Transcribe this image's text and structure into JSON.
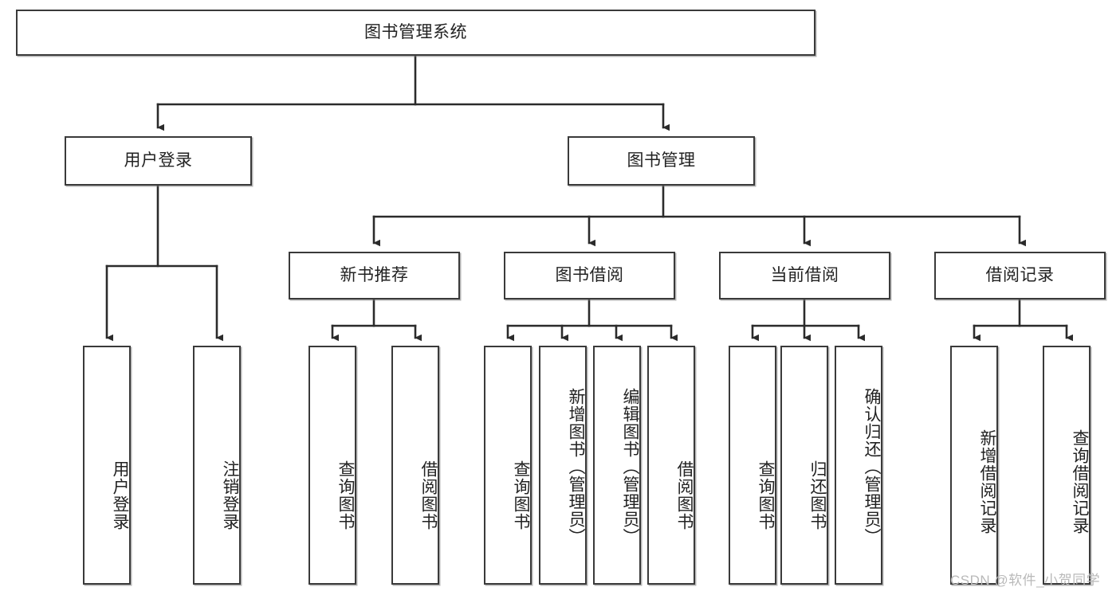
{
  "diagram": {
    "type": "tree-hierarchy-chart",
    "title_node": {
      "label": "图书管理系统"
    },
    "colors": {
      "box_border": "#3a3a3a",
      "box_fill": "#ffffff",
      "connector": "#2b2b2b",
      "text": "#222222",
      "watermark": "#b9b9b9",
      "background": "#ffffff"
    },
    "levels": [
      {
        "level": 1,
        "nodes": [
          {
            "id": "root",
            "label": "图书管理系统",
            "orientation": "horizontal"
          }
        ]
      },
      {
        "level": 2,
        "nodes": [
          {
            "id": "user-login",
            "label": "用户登录",
            "orientation": "horizontal",
            "parent": "root"
          },
          {
            "id": "book-mgmt",
            "label": "图书管理",
            "orientation": "horizontal",
            "parent": "root"
          }
        ]
      },
      {
        "level": 3,
        "nodes": [
          {
            "id": "new-book-rec",
            "label": "新书推荐",
            "orientation": "horizontal",
            "parent": "book-mgmt"
          },
          {
            "id": "book-borrow",
            "label": "图书借阅",
            "orientation": "horizontal",
            "parent": "book-mgmt"
          },
          {
            "id": "current-borrow",
            "label": "当前借阅",
            "orientation": "horizontal",
            "parent": "book-mgmt"
          },
          {
            "id": "borrow-record",
            "label": "借阅记录",
            "orientation": "horizontal",
            "parent": "book-mgmt"
          }
        ]
      },
      {
        "level": 4,
        "nodes": [
          {
            "id": "leaf-user-login",
            "label": "用户登录",
            "orientation": "vertical",
            "parent": "user-login"
          },
          {
            "id": "leaf-logout",
            "label": "注销登录",
            "orientation": "vertical",
            "parent": "user-login"
          },
          {
            "id": "leaf-query-book-1",
            "label": "查询图书",
            "orientation": "vertical",
            "parent": "new-book-rec"
          },
          {
            "id": "leaf-borrow-book-1",
            "label": "借阅图书",
            "orientation": "vertical",
            "parent": "new-book-rec"
          },
          {
            "id": "leaf-query-book-2",
            "label": "查询图书",
            "orientation": "vertical",
            "parent": "book-borrow"
          },
          {
            "id": "leaf-add-book",
            "label": "新增图书（管理员）",
            "orientation": "vertical",
            "parent": "book-borrow"
          },
          {
            "id": "leaf-edit-book",
            "label": "编辑图书（管理员）",
            "orientation": "vertical",
            "parent": "book-borrow"
          },
          {
            "id": "leaf-borrow-book-2",
            "label": "借阅图书",
            "orientation": "vertical",
            "parent": "book-borrow"
          },
          {
            "id": "leaf-query-book-3",
            "label": "查询图书",
            "orientation": "vertical",
            "parent": "current-borrow"
          },
          {
            "id": "leaf-return-book",
            "label": "归还图书",
            "orientation": "vertical",
            "parent": "current-borrow"
          },
          {
            "id": "leaf-confirm-return",
            "label": "确认归还（管理员）",
            "orientation": "vertical",
            "parent": "current-borrow"
          },
          {
            "id": "leaf-add-record",
            "label": "新增借阅记录",
            "orientation": "vertical",
            "parent": "borrow-record"
          },
          {
            "id": "leaf-query-record",
            "label": "查询借阅记录",
            "orientation": "vertical",
            "parent": "borrow-record"
          }
        ]
      }
    ]
  },
  "watermark": {
    "text": "CSDN @软件_小贺同学"
  }
}
